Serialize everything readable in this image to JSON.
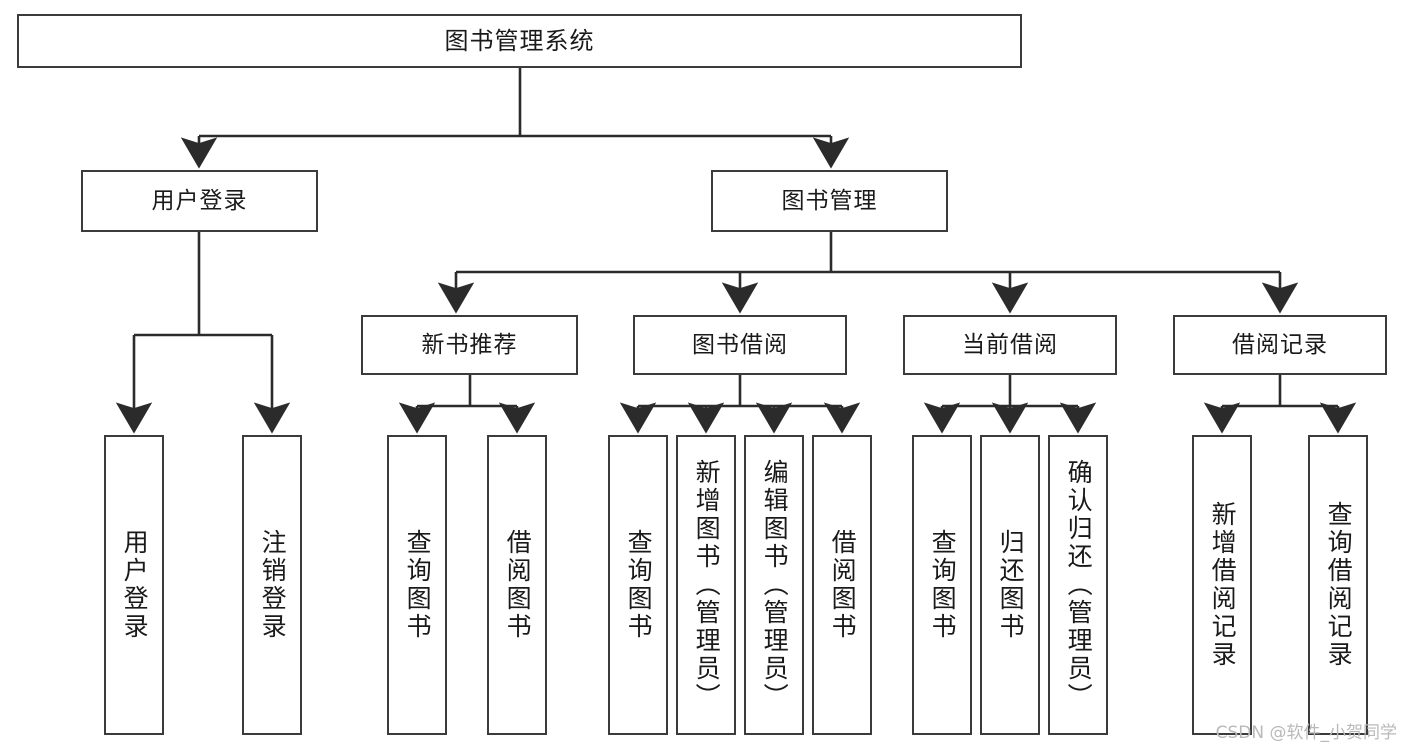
{
  "diagram": {
    "title": "图书管理系统",
    "type": "tree-hierarchy-diagram",
    "colors": {
      "box_border": "#3b3b3b",
      "box_fill": "#ffffff",
      "connector": "#2b2b2b",
      "text": "#1a1a1a",
      "watermark": "#b9b9b9",
      "background": "#ffffff"
    }
  },
  "root": {
    "label": "图书管理系统"
  },
  "level2": [
    {
      "label": "用户登录"
    },
    {
      "label": "图书管理"
    }
  ],
  "level3": [
    {
      "label": "新书推荐"
    },
    {
      "label": "图书借阅"
    },
    {
      "label": "当前借阅"
    },
    {
      "label": "借阅记录"
    }
  ],
  "leaves": {
    "user_login": [
      {
        "label": "用户登录"
      },
      {
        "label": "注销登录"
      }
    ],
    "new_book_recommend": [
      {
        "label": "查询图书"
      },
      {
        "label": "借阅图书"
      }
    ],
    "book_borrow": [
      {
        "label": "查询图书"
      },
      {
        "label": "新增图书（管理员）"
      },
      {
        "label": "编辑图书（管理员）"
      },
      {
        "label": "借阅图书"
      }
    ],
    "current_borrow": [
      {
        "label": "查询图书"
      },
      {
        "label": "归还图书"
      },
      {
        "label": "确认归还（管理员）"
      }
    ],
    "borrow_records": [
      {
        "label": "新增借阅记录"
      },
      {
        "label": "查询借阅记录"
      }
    ]
  },
  "watermark": {
    "text": "CSDN @软件_小贺同学"
  }
}
